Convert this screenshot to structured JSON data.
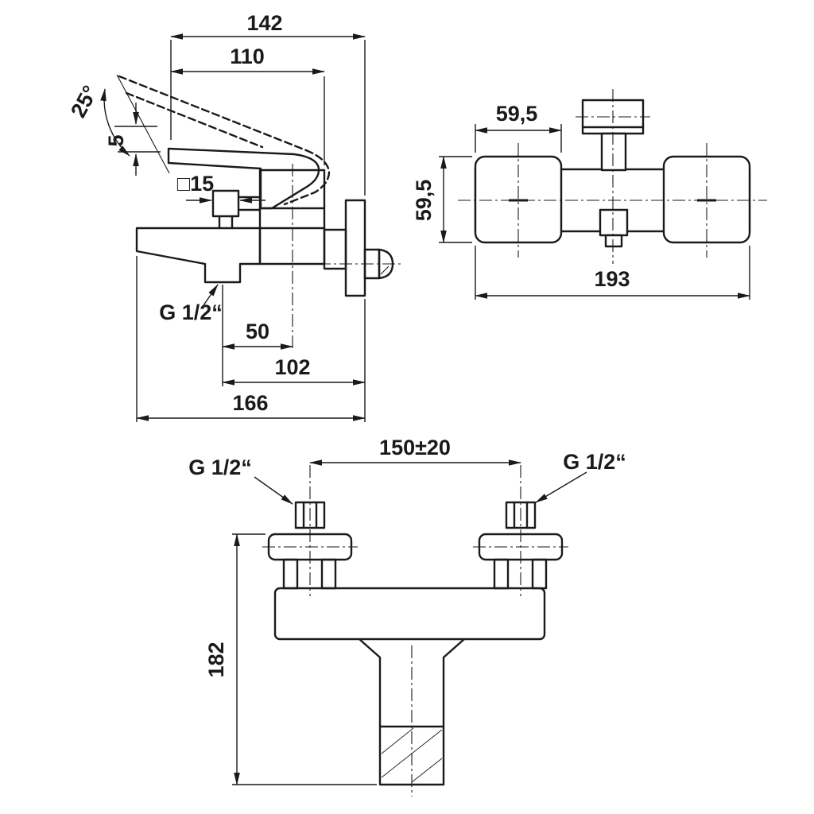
{
  "colors": {
    "ink": "#1a1a1a",
    "background": "#ffffff"
  },
  "side_view": {
    "dim_overall_width": "142",
    "dim_handle_length": "110",
    "dim_handle_angle": "25°",
    "dim_handle_lift": "5",
    "dim_square_section": "□15",
    "thread_label": "G 1/2“",
    "dim_outlet_offset": "50",
    "dim_spout_reach": "102",
    "dim_overall_depth": "166"
  },
  "top_view": {
    "dim_escutcheon_width": "59,5",
    "dim_escutcheon_height": "59,5",
    "dim_overall_width": "193"
  },
  "front_view": {
    "dim_connection_centers": "150±20",
    "thread_label_left": "G 1/2“",
    "thread_label_right": "G 1/2“",
    "dim_overall_height": "182"
  }
}
